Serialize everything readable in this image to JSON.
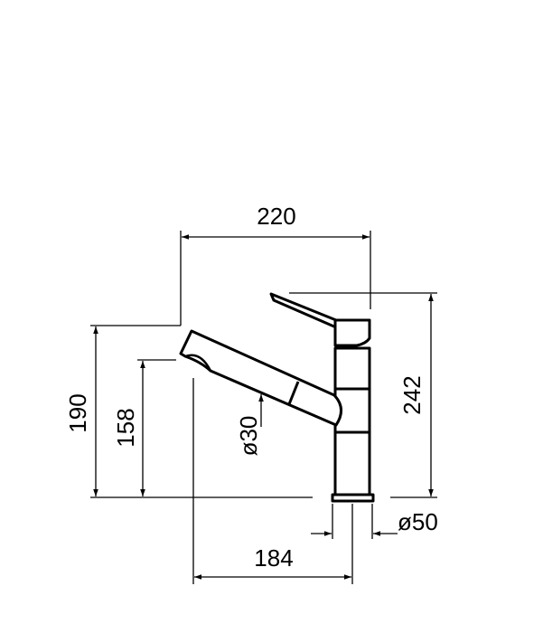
{
  "drawing": {
    "subject": "faucet",
    "dimensions": {
      "overall_width": "220",
      "total_height": "190",
      "spout_height": "158",
      "lever_height": "242",
      "spout_reach": "184",
      "base_diameter": "ø50",
      "spout_diameter": "ø30"
    },
    "line_color": "#000000",
    "background": "#ffffff"
  }
}
